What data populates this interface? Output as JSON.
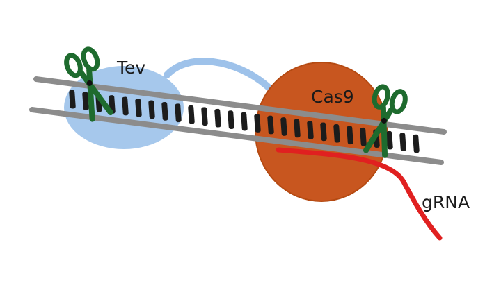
{
  "labels": {
    "tev": "Tev",
    "cas9": "Cas9",
    "grna": "gRNA"
  },
  "colors": {
    "tev_domain": "#a6c8ec",
    "cas9_domain": "#c8561f",
    "cas9_outline": "#b54a12",
    "linker": "#9ec2ea",
    "dna_backbone": "#8c8c8c",
    "dna_bases": "#1c1c1c",
    "grna_strand": "#e02020",
    "scissors": "#1e6b2e"
  },
  "icons": {
    "scissors": "scissors-icon"
  }
}
